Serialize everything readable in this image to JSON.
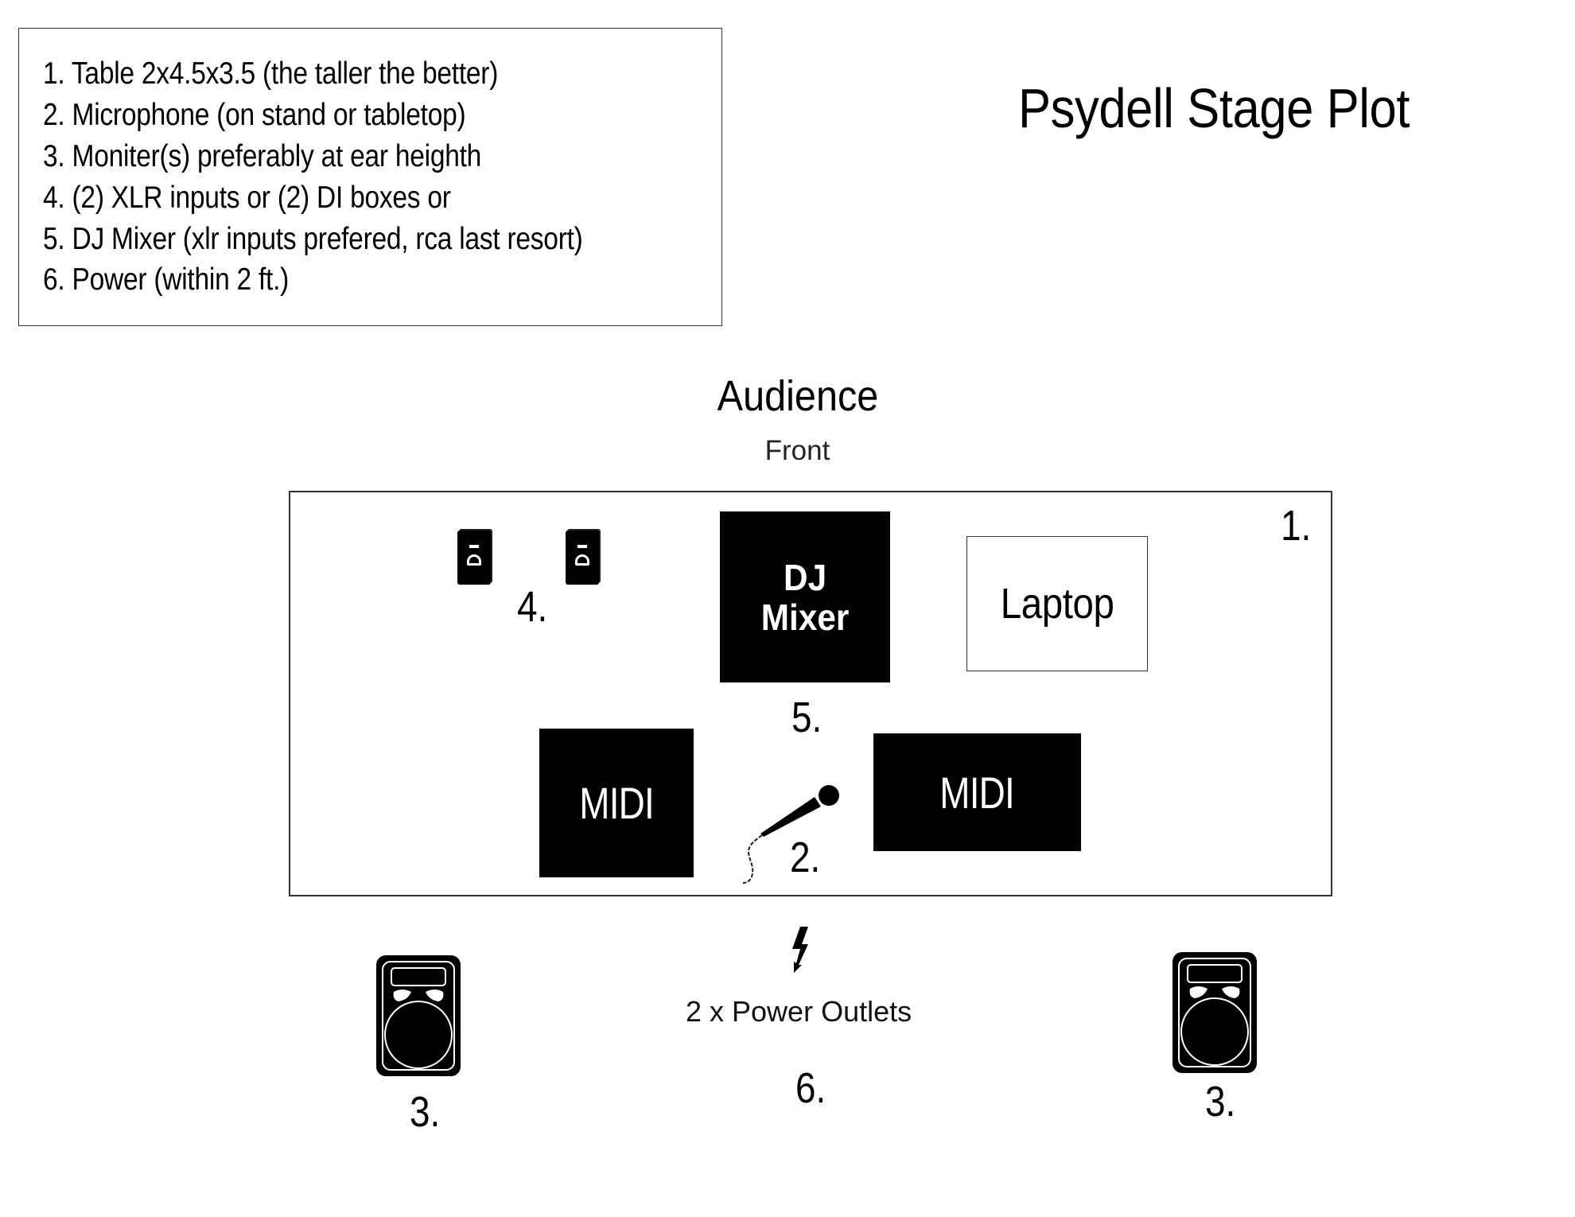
{
  "title": "Psydell Stage Plot",
  "legend": {
    "items": [
      "1. Table  2x4.5x3.5 (the taller the better)",
      "2. Microphone (on stand or tabletop)",
      "3. Moniter(s) preferably at ear heighth",
      "4. (2) XLR inputs or (2) DI boxes or",
      "5. DJ Mixer (xlr inputs prefered, rca last resort)",
      "6. Power (within 2 ft.)"
    ]
  },
  "audience_label": "Audience",
  "front_label": "Front",
  "stage": {
    "table_number": "1.",
    "di_boxes": {
      "icon": "di-box-icon",
      "count": 2,
      "number": "4."
    },
    "dj_mixer": {
      "line1": "DJ",
      "line2": "Mixer",
      "number": "5."
    },
    "laptop": {
      "label": "Laptop"
    },
    "midi_left": {
      "label": "MIDI"
    },
    "midi_right": {
      "label": "MIDI"
    },
    "microphone": {
      "icon": "microphone-icon",
      "number": "2."
    }
  },
  "power": {
    "icon": "lightning-bolt-icon",
    "label": "2 x Power Outlets",
    "number": "6."
  },
  "monitors": {
    "icon": "monitor-speaker-icon",
    "left_number": "3.",
    "right_number": "3."
  }
}
